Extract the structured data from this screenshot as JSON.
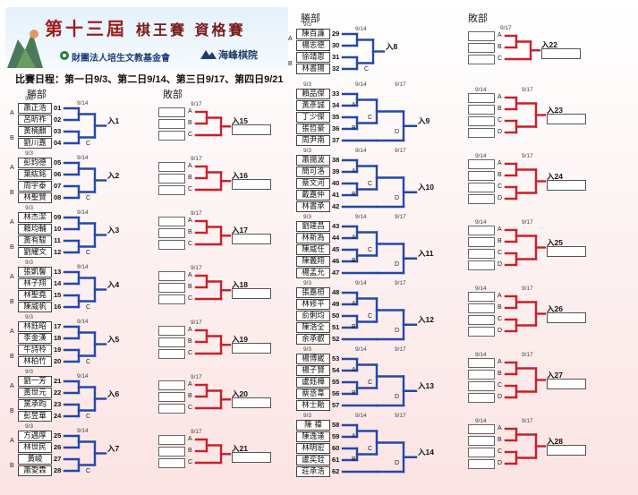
{
  "header": {
    "title_main": "第十三屆",
    "title_event": "棋王賽 資格賽",
    "organizer_1": "財團法人培生文教基金會",
    "organizer_2": "海峰棋院",
    "schedule": "比賽日程：第一日9/3、第二日9/14、第三日9/17、第四日9/21"
  },
  "labels": {
    "winners": "勝部",
    "losers": "敗部",
    "letters": [
      "A",
      "B",
      "C",
      "D"
    ],
    "enter_prefix": "入"
  },
  "dates": {
    "d1": "9/3",
    "d2": "9/14",
    "d3": "9/17"
  },
  "winners_left": [
    {
      "names": [
        "蕭正浩",
        "呂昕祚",
        "黃楠麒",
        "劉川嘉"
      ],
      "seeds": [
        "01",
        "02",
        "03",
        "04"
      ]
    },
    {
      "names": [
        "彭鈞德",
        "葉紘銘",
        "周宇泰",
        "林聖賢"
      ],
      "seeds": [
        "05",
        "06",
        "07",
        "08"
      ]
    },
    {
      "names": [
        "林杰潔",
        "賴均輔",
        "黃有駿",
        "劉耀文"
      ],
      "seeds": [
        "09",
        "10",
        "11",
        "12"
      ]
    },
    {
      "names": [
        "張凱馨",
        "林子翔",
        "林聖堯",
        "陳威帆"
      ],
      "seeds": [
        "13",
        "14",
        "15",
        "16"
      ]
    },
    {
      "names": [
        "林鈺昭",
        "李金漢",
        "牛詩柃",
        "林柏竹"
      ],
      "seeds": [
        "17",
        "18",
        "19",
        "20"
      ]
    },
    {
      "names": [
        "劉一芳",
        "黃世元",
        "黨承昀",
        "彭昱華"
      ],
      "seeds": [
        "21",
        "22",
        "23",
        "24"
      ]
    },
    {
      "names": [
        "方邁厚",
        "林世民",
        "黃峻",
        "蕭愛霖"
      ],
      "seeds": [
        "25",
        "26",
        "27",
        "28"
      ]
    }
  ],
  "winners_right": [
    {
      "names": [
        "陳百濂",
        "楊志德",
        "徐靖恩",
        "林書陽"
      ],
      "seeds": [
        "29",
        "30",
        "31",
        "32"
      ]
    },
    {
      "names": [
        "賴品傑",
        "黃彥誠",
        "丁少傑",
        "張哲豪",
        "周尹南"
      ],
      "seeds": [
        "33",
        "34",
        "35",
        "36",
        "37"
      ]
    },
    {
      "names": [
        "蕭揚波",
        "簡可洛",
        "蔡文河",
        "戴嘉仲",
        "林書承"
      ],
      "seeds": [
        "38",
        "39",
        "40",
        "41",
        "42"
      ]
    },
    {
      "names": [
        "劉建昌",
        "林新為",
        "陳威任",
        "陳義翔",
        "楊孟允"
      ],
      "seeds": [
        "43",
        "44",
        "45",
        "46",
        "47"
      ]
    },
    {
      "names": [
        "張嘉桓",
        "林修平",
        "俞俐均",
        "陳浩全",
        "余承叡"
      ],
      "seeds": [
        "48",
        "49",
        "50",
        "51",
        "52"
      ]
    },
    {
      "names": [
        "楊博崴",
        "楊子賢",
        "盧鈺樺",
        "蔡丞韋",
        "林士勛"
      ],
      "seeds": [
        "53",
        "54",
        "55",
        "56",
        "57"
      ]
    },
    {
      "names": [
        "陳 禕",
        "陳逸達",
        "林明宏",
        "盧奕銓",
        "莊承浩"
      ],
      "seeds": [
        "58",
        "59",
        "60",
        "61",
        "62"
      ]
    }
  ],
  "left_enter": [
    "1",
    "2",
    "3",
    "4",
    "5",
    "6",
    "7"
  ],
  "losers_left_enter": [
    "15",
    "16",
    "17",
    "18",
    "19",
    "20",
    "21"
  ],
  "right_enter": [
    "8",
    "9",
    "10",
    "11",
    "12",
    "13",
    "14"
  ],
  "losers_right_enter": [
    "22",
    "23",
    "24",
    "25",
    "26",
    "27",
    "28"
  ]
}
